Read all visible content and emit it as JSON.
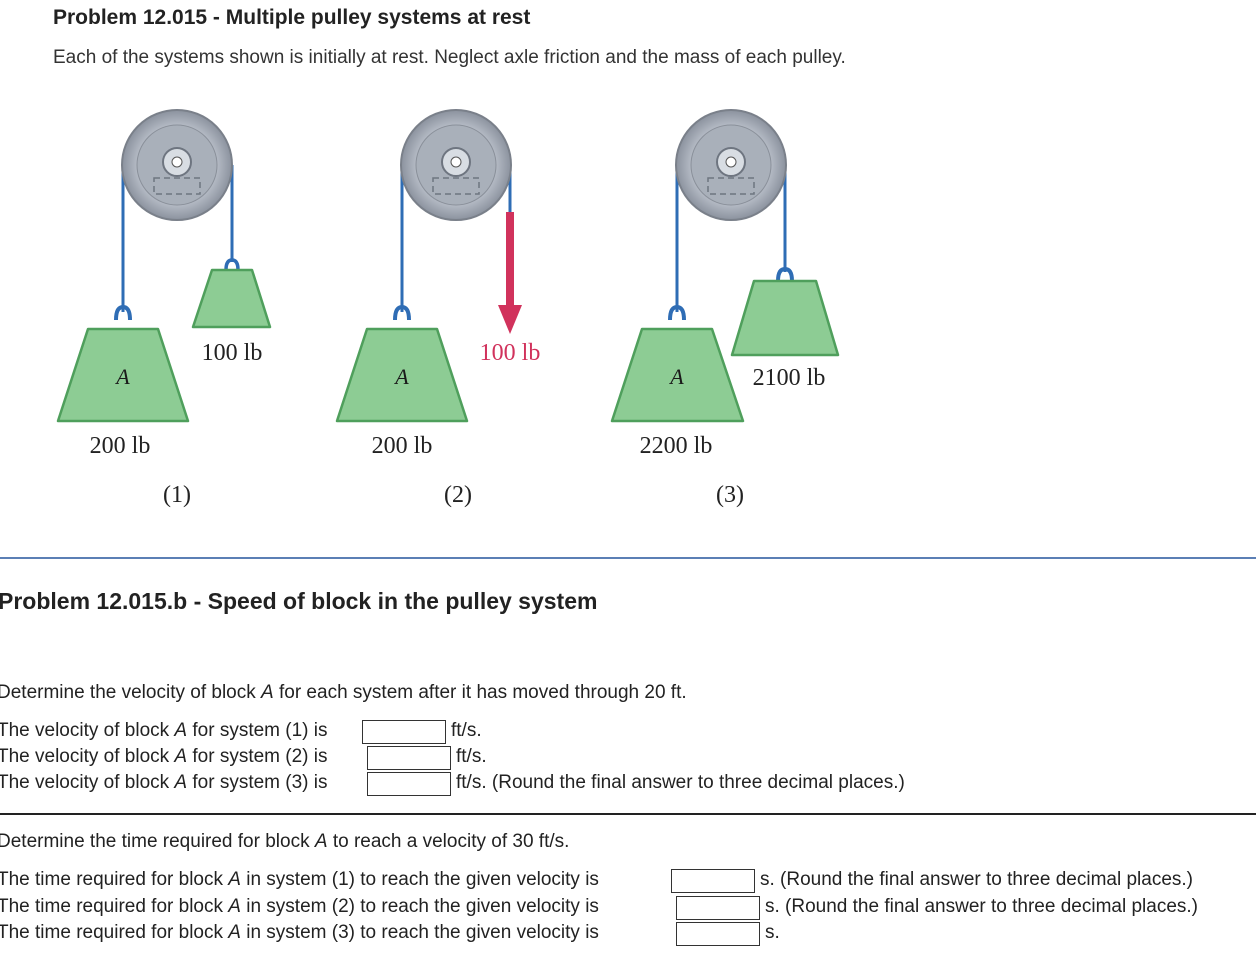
{
  "problem": {
    "title": "Problem 12.015 - Multiple pulley systems at rest",
    "intro": "Each of the systems shown is initially at rest. Neglect axle friction and the mass of each pulley."
  },
  "figure": {
    "block_label": "A",
    "systems": [
      {
        "id": "(1)",
        "block_a_weight": "200 lb",
        "right_label": "100 lb"
      },
      {
        "id": "(2)",
        "block_a_weight": "200 lb",
        "force_label": "100 lb"
      },
      {
        "id": "(3)",
        "block_a_weight": "2200 lb",
        "right_label": "2100 lb"
      }
    ],
    "colors": {
      "rope": "#2f6db5",
      "block": "#8dcc94",
      "force": "#d1325c"
    }
  },
  "part_b": {
    "title": "Problem 12.015.b - Speed of block in the pulley system",
    "prompt_pre": "Determine the velocity of block ",
    "prompt_var": "A",
    "prompt_post": " for each system after it has moved through 20 ft.",
    "rows": [
      {
        "pre": "The velocity of block ",
        "var": "A",
        "post": " for system (1) is",
        "unit": "ft/s.",
        "value": ""
      },
      {
        "pre": "The velocity of block ",
        "var": "A",
        "post": " for system (2) is",
        "unit": "ft/s.",
        "value": ""
      },
      {
        "pre": "The velocity of block ",
        "var": "A",
        "post": " for system (3) is",
        "unit": "ft/s. (Round the final answer to three decimal places.)",
        "value": ""
      }
    ]
  },
  "part_c": {
    "prompt_pre": "Determine the time required for block ",
    "prompt_var": "A",
    "prompt_post": " to reach a velocity of 30 ft/s.",
    "rows": [
      {
        "pre": "The time required for block ",
        "var": "A",
        "post": " in system (1) to reach the given velocity is",
        "unit": "s. (Round the final answer to three decimal places.)",
        "value": ""
      },
      {
        "pre": "The time required for block ",
        "var": "A",
        "post": " in system (2) to reach the given velocity is",
        "unit": "s. (Round the final answer to three decimal places.)",
        "value": ""
      },
      {
        "pre": "The time required for block ",
        "var": "A",
        "post": " in system (3) to reach the given velocity is",
        "unit": "s.",
        "value": ""
      }
    ]
  }
}
